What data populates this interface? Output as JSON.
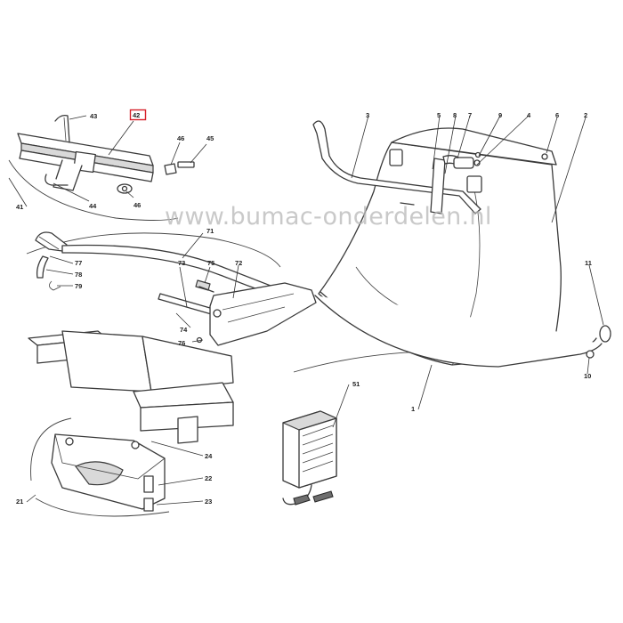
{
  "watermark": "www.bumac-onderdelen.nl",
  "highlight_color": "#d6202a",
  "callouts": {
    "c1": "1",
    "c2": "2",
    "c3": "3",
    "c4": "4",
    "c5": "5",
    "c6": "6",
    "c7": "7",
    "c8": "8",
    "c9": "9",
    "c10": "10",
    "c11": "11",
    "c21": "21",
    "c22": "22",
    "c23": "23",
    "c24": "24",
    "c41": "41",
    "c42": "42",
    "c43": "43",
    "c44": "44",
    "c45": "45",
    "c46a": "46",
    "c46b": "46",
    "c51": "51",
    "c71": "71",
    "c72": "72",
    "c73": "73",
    "c74": "74",
    "c75": "75",
    "c76": "76",
    "c77": "77",
    "c78": "78",
    "c79": "79"
  }
}
